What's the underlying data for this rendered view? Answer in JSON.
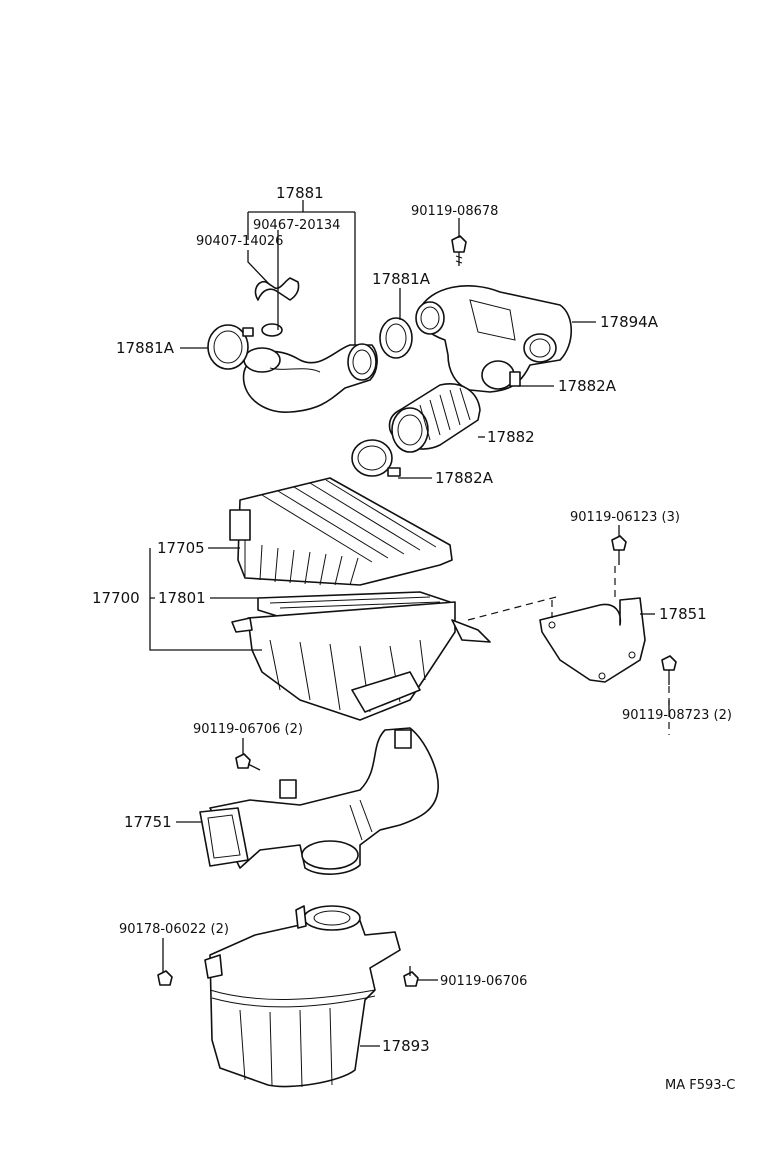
{
  "labels": {
    "p17881": "17881",
    "p90467": "90467-20134",
    "p90407": "90407-14026",
    "p90119_08678": "90119-08678",
    "p17881A_top": "17881A",
    "p17881A_left": "17881A",
    "p17894A": "17894A",
    "p17882A_right": "17882A",
    "p17882": "17882",
    "p17882A_bottom": "17882A",
    "p90119_06123": "90119-06123 (3)",
    "p17705": "17705",
    "p17700": "17700",
    "p17801": "17801",
    "p17851": "17851",
    "p90119_08723": "90119-08723 (2)",
    "p90119_06706_2": "90119-06706 (2)",
    "p17751": "17751",
    "p90178": "90178-06022 (2)",
    "p90119_06706": "90119-06706",
    "p17893": "17893",
    "code": "MA F593-C"
  }
}
